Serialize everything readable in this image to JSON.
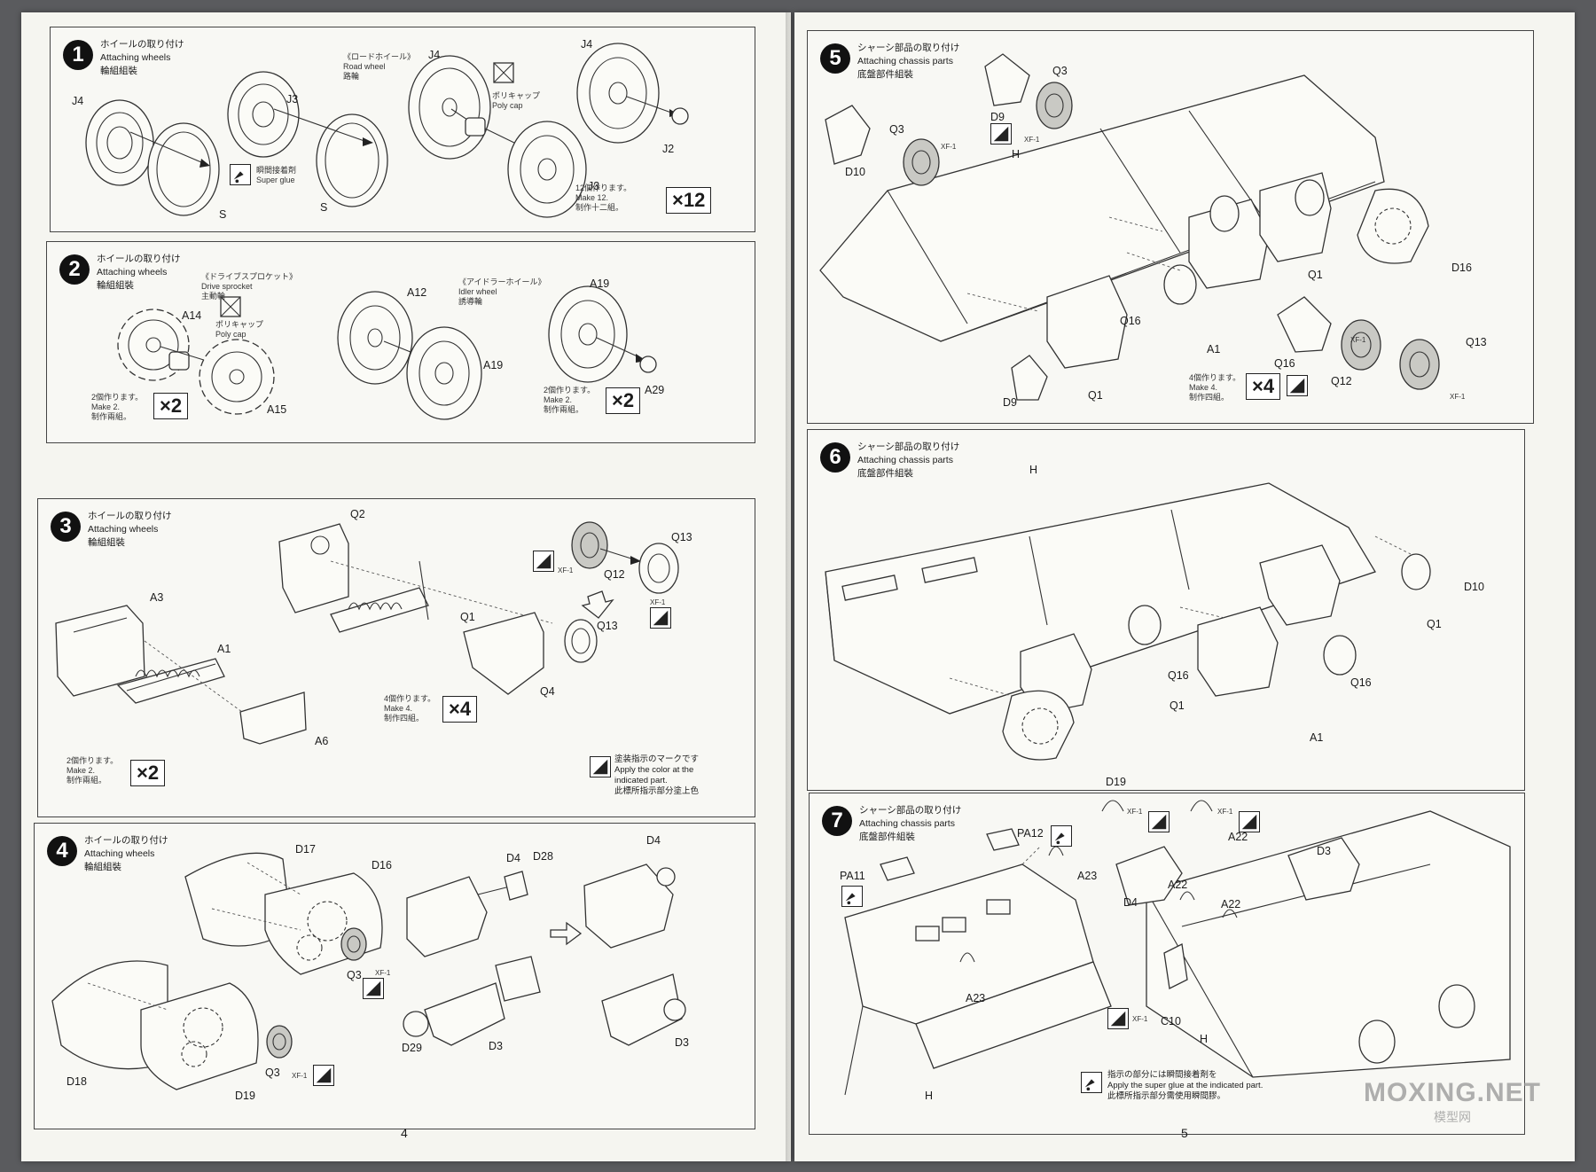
{
  "step1": {
    "number": "1",
    "title_ja": "ホイールの取り付け",
    "title_en": "Attaching wheels",
    "title_zh": "輪組組裝",
    "road_wheel_ja": "《ロードホイール》",
    "road_wheel_en": "Road wheel",
    "road_wheel_zh": "路輪",
    "poly_cap_ja": "ポリキャップ",
    "poly_cap_en": "Poly cap",
    "glue_ja": "瞬間接着剤",
    "glue_en": "Super glue",
    "make_ja": "12個作ります。",
    "make_en": "Make 12.",
    "make_zh": "制作十二組。",
    "mult": "×12",
    "parts": [
      "J4",
      "J3",
      "J4",
      "J4",
      "S",
      "S",
      "J2",
      "J3"
    ]
  },
  "step2": {
    "number": "2",
    "title_ja": "ホイールの取り付け",
    "title_en": "Attaching wheels",
    "title_zh": "輪組組裝",
    "sprocket_ja": "《ドライブスプロケット》",
    "sprocket_en": "Drive sprocket",
    "sprocket_zh": "主動輪",
    "idler_ja": "《アイドラーホイール》",
    "idler_en": "Idler wheel",
    "idler_zh": "誘導輪",
    "poly_cap_ja": "ポリキャップ",
    "poly_cap_en": "Poly cap",
    "make_ja": "2個作ります。",
    "make_en": "Make 2.",
    "make_zh": "制作兩組。",
    "mult": "×2",
    "parts": [
      "A14",
      "A15",
      "A12",
      "A19",
      "A19",
      "A29"
    ]
  },
  "step3": {
    "number": "3",
    "title_ja": "ホイールの取り付け",
    "title_en": "Attaching wheels",
    "title_zh": "輪組組裝",
    "make2_ja": "2個作ります。",
    "make2_en": "Make 2.",
    "make2_zh": "制作兩組。",
    "mult2": "×2",
    "make4_ja": "4個作ります。",
    "make4_en": "Make 4.",
    "make4_zh": "制作四組。",
    "mult4": "×4",
    "paint_ja": "塗装指示のマークです",
    "paint_en1": "Apply the color at the",
    "paint_en2": "indicated part.",
    "paint_zh": "此標所指示部分塗上色",
    "xf": "XF-1",
    "parts": [
      "Q2",
      "A3",
      "A1",
      "A6",
      "Q1",
      "Q4",
      "Q12",
      "Q13",
      "Q13"
    ]
  },
  "step4": {
    "number": "4",
    "title_ja": "ホイールの取り付け",
    "title_en": "Attaching wheels",
    "title_zh": "輪組組裝",
    "xf": "XF-1",
    "parts": [
      "D17",
      "D16",
      "Q3",
      "D18",
      "D19",
      "Q3",
      "D4",
      "D28",
      "D29",
      "D3",
      "D4",
      "D3"
    ]
  },
  "step5": {
    "number": "5",
    "title_ja": "シャーシ部品の取り付け",
    "title_en": "Attaching chassis parts",
    "title_zh": "底盤部件組裝",
    "make_ja": "4個作ります。",
    "make_en": "Make 4.",
    "make_zh": "制作四組。",
    "mult": "×4",
    "xf": "XF-1",
    "parts": [
      "D10",
      "Q3",
      "D9",
      "Q3",
      "H",
      "D16",
      "Q1",
      "Q16",
      "A1",
      "Q16",
      "Q12",
      "Q13",
      "D9",
      "Q1"
    ]
  },
  "step6": {
    "number": "6",
    "title_ja": "シャーシ部品の取り付け",
    "title_en": "Attaching chassis parts",
    "title_zh": "底盤部件組裝",
    "parts": [
      "H",
      "D10",
      "Q1",
      "Q16",
      "Q16",
      "Q1",
      "A1",
      "D19"
    ]
  },
  "step7": {
    "number": "7",
    "title_ja": "シャーシ部品の取り付け",
    "title_en": "Attaching chassis parts",
    "title_zh": "底盤部件組裝",
    "glue_ja": "指示の部分には瞬間接着剤を",
    "glue_en": "Apply the super glue at the indicated part.",
    "glue_zh": "此標所指示部分需使用瞬間膠。",
    "xf": "XF-1",
    "parts": [
      "PA12",
      "PA11",
      "A23",
      "D4",
      "A22",
      "A22",
      "A22",
      "D3",
      "A23",
      "C10",
      "H",
      "H"
    ]
  },
  "page_left_number": "4",
  "page_right_number": "5",
  "watermark_main": "MOXING.NET",
  "watermark_sub": "模型网"
}
